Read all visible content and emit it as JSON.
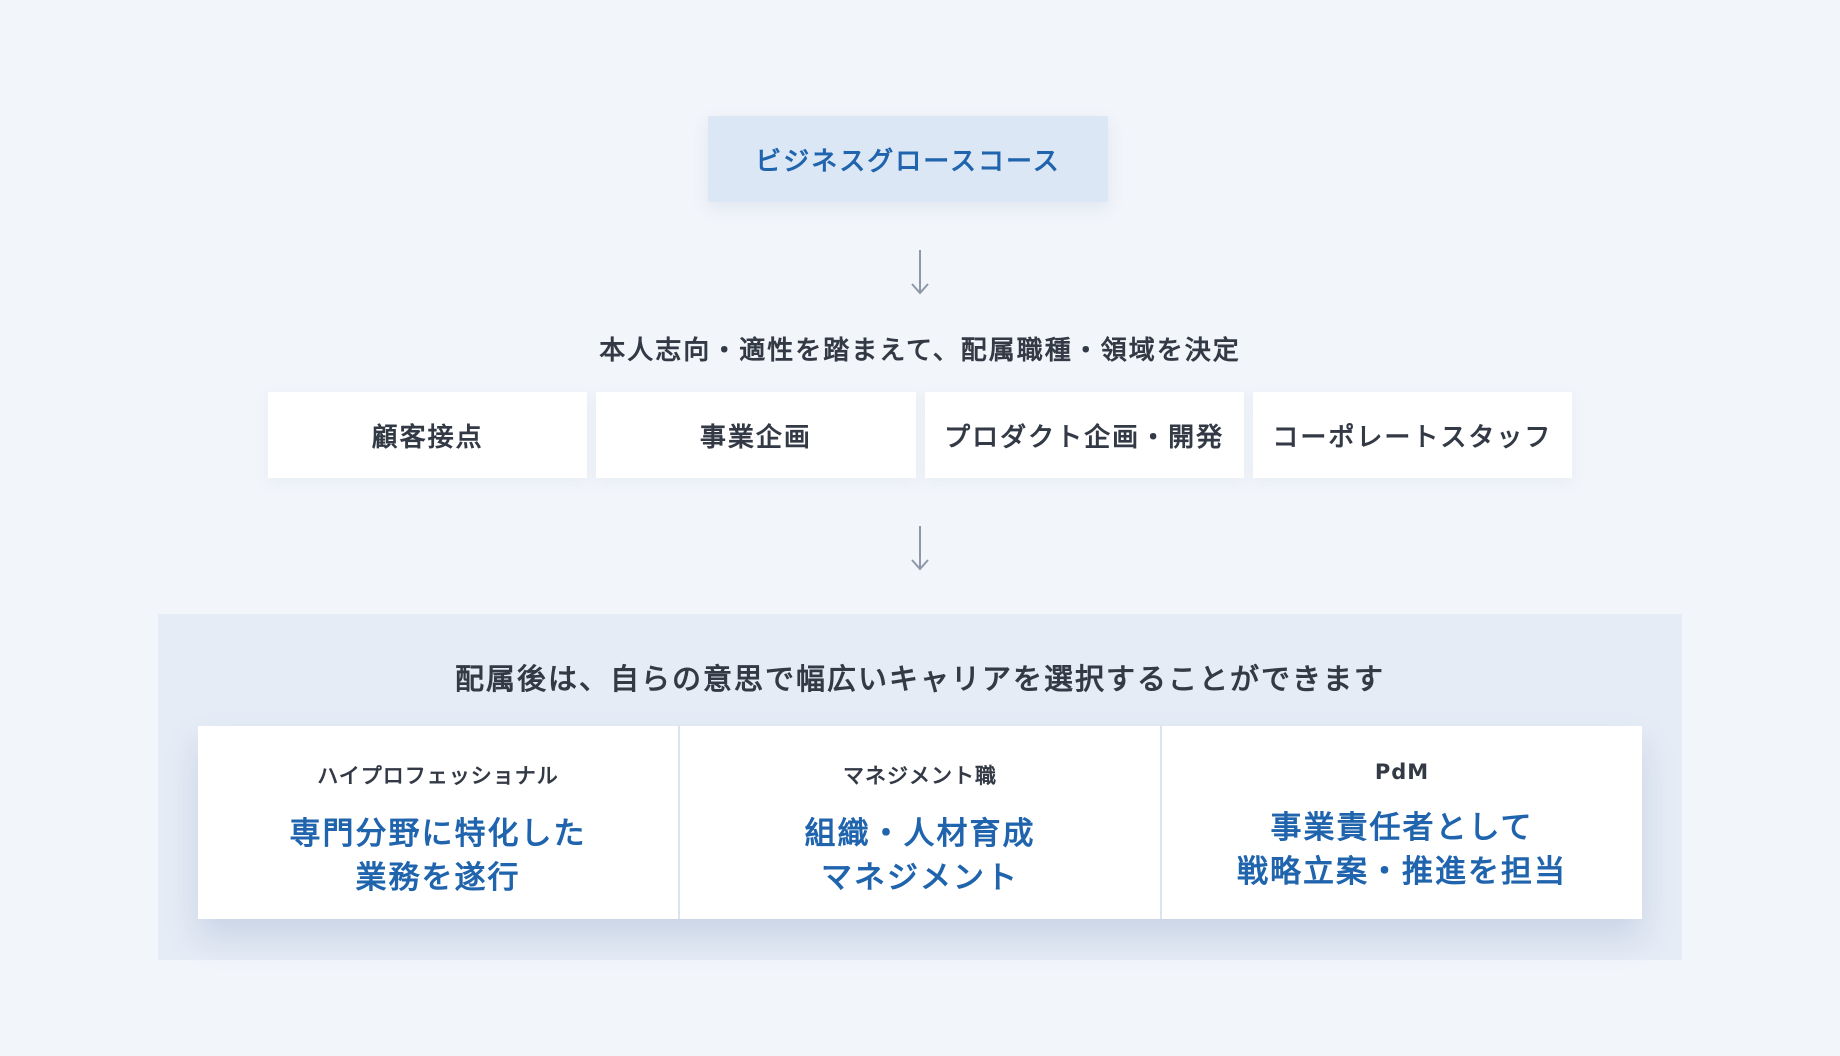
{
  "course": {
    "label": "ビジネスグロースコース"
  },
  "decision": {
    "text": "本人志向・適性を踏まえて、配属職種・領域を決定"
  },
  "job_types": [
    {
      "label": "顧客接点"
    },
    {
      "label": "事業企画"
    },
    {
      "label": "プロダクト企画・開発"
    },
    {
      "label": "コーポレートスタッフ"
    }
  ],
  "career": {
    "heading": "配属後は、自らの意思で幅広いキャリアを選択することができます",
    "paths": [
      {
        "kicker": "ハイプロフェッショナル",
        "line1": "専門分野に特化した",
        "line2": "業務を遂行"
      },
      {
        "kicker": "マネジメント職",
        "line1": "組織・人材育成",
        "line2": "マネジメント"
      },
      {
        "kicker": "PdM",
        "line1": "事業責任者として",
        "line2": "戦略立案・推進を担当"
      }
    ]
  },
  "colors": {
    "background": "#f2f5fa",
    "course_box": "#dbe7f5",
    "accent_blue": "#1f64ad",
    "panel": "#e5ecf6",
    "card": "#ffffff",
    "text": "#333a45",
    "arrow": "#8e98a8"
  },
  "icons": {
    "arrow": "arrow-down-icon"
  }
}
